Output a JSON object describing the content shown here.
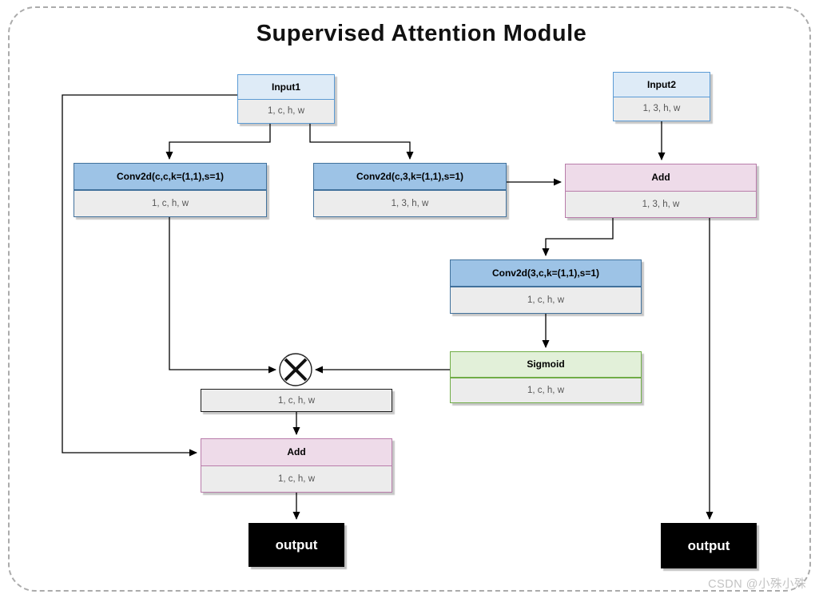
{
  "title": "Supervised Attention Module",
  "watermark": "CSDN @小殊小殊",
  "icons": {
    "multiply": "⊗"
  },
  "colors": {
    "input_fill": "#deebf7",
    "input_border": "#5b9bd5",
    "conv_fill": "#9dc3e6",
    "conv_border": "#41719c",
    "add_fill": "#eedbe9",
    "add_border": "#b87caa",
    "sigmoid_fill": "#e2f0d9",
    "sigmoid_border": "#70ad47",
    "shape_fill": "#ececec",
    "output_fill": "#000000",
    "output_text": "#ffffff"
  },
  "nodes": {
    "input1": {
      "label": "Input1",
      "shape": "1, c, h, w"
    },
    "input2": {
      "label": "Input2",
      "shape": "1, 3, h, w"
    },
    "conv_cc": {
      "label": "Conv2d(c,c,k=(1,1),s=1)",
      "shape": "1, c, h, w"
    },
    "conv_c3": {
      "label": "Conv2d(c,3,k=(1,1),s=1)",
      "shape": "1, 3, h, w"
    },
    "add_top": {
      "label": "Add",
      "shape": "1, 3, h, w"
    },
    "conv_3c": {
      "label": "Conv2d(3,c,k=(1,1),s=1)",
      "shape": "1, c, h, w"
    },
    "sigmoid": {
      "label": "Sigmoid",
      "shape": "1, c, h, w"
    },
    "mul_result": {
      "shape": "1, c, h, w"
    },
    "add_bottom": {
      "label": "Add",
      "shape": "1, c, h, w"
    },
    "output_left": {
      "label": "output"
    },
    "output_right": {
      "label": "output"
    }
  }
}
